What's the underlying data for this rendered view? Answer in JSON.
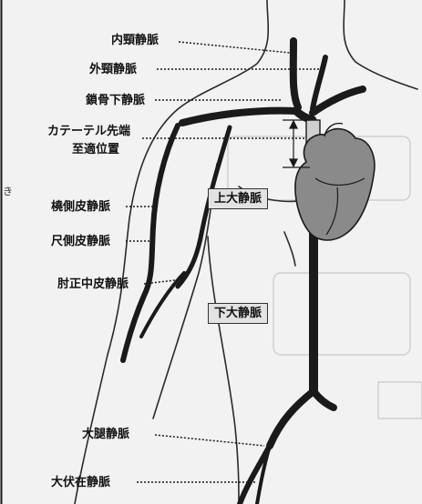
{
  "labels": {
    "internal_jugular": "内頸静脈",
    "external_jugular": "外頸静脈",
    "subclavian": "鎖骨下静脈",
    "catheter_line1": "カテーテル先端",
    "catheter_line2": "至適位置",
    "cephalic": "橈側皮静脈",
    "basilic": "尺側皮静脈",
    "median_cubital": "肘正中皮静脈",
    "femoral": "大腿静脈",
    "great_saphenous": "大伏在静脈"
  },
  "boxes": {
    "svc": "上大静脈",
    "ivc": "下大静脈"
  },
  "edge_char": "き",
  "colors": {
    "vein": "#1a1a1a",
    "heart": "#8a8a8a",
    "body_outline": "#2a2a2a",
    "background": "#f2f2f2",
    "box_fill": "#e2e2e2"
  }
}
